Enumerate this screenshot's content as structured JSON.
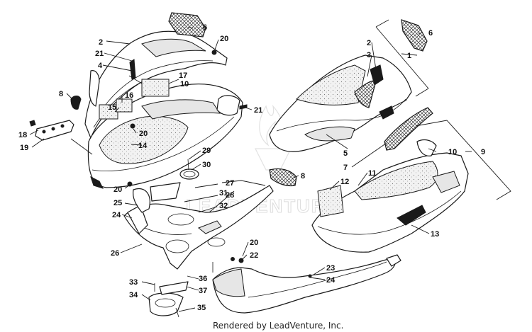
{
  "footer": {
    "credit": "Rendered by LeadVenture, Inc."
  },
  "watermark": {
    "text": "LEADVENTURE"
  },
  "callouts": [
    "1",
    "2",
    "2",
    "3",
    "4",
    "5",
    "6",
    "6",
    "7",
    "8",
    "8",
    "9",
    "10",
    "10",
    "11",
    "12",
    "13",
    "14",
    "15",
    "16",
    "17",
    "18",
    "19",
    "20",
    "20",
    "20",
    "20",
    "21",
    "21",
    "22",
    "23",
    "24",
    "24",
    "25",
    "26",
    "27",
    "28",
    "29",
    "30",
    "31",
    "32",
    "33",
    "34",
    "35",
    "36",
    "37"
  ]
}
